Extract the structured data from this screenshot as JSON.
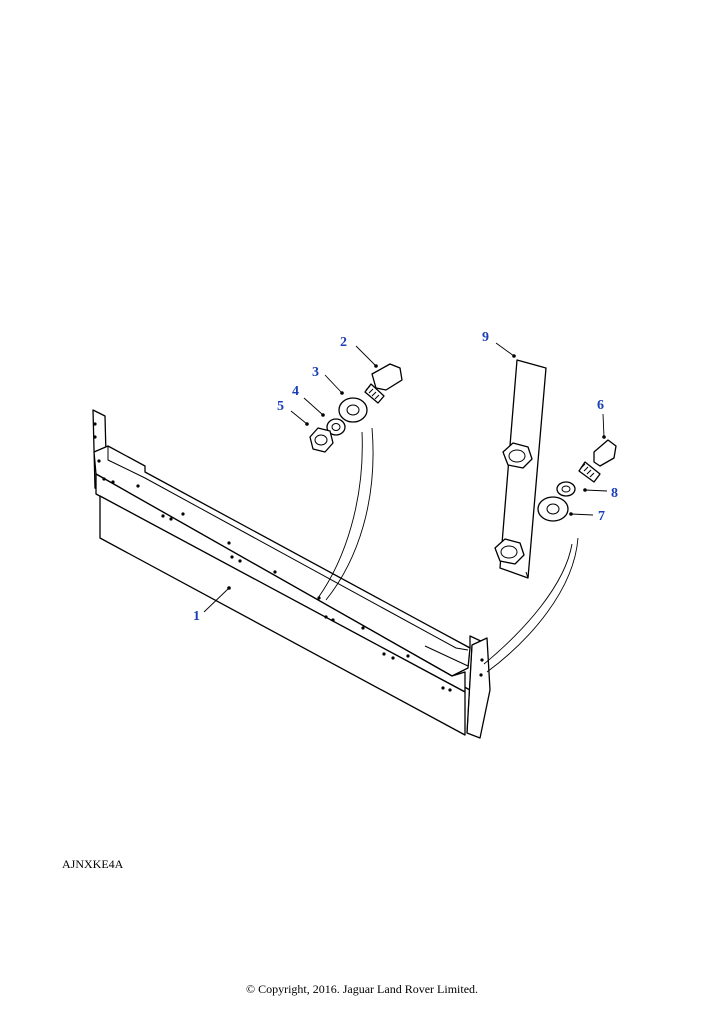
{
  "diagram_code": "AJNXKE4A",
  "copyright": "© Copyright, 2016. Jaguar Land Rover Limited.",
  "callouts": [
    "1",
    "2",
    "3",
    "4",
    "5",
    "6",
    "7",
    "8",
    "9"
  ],
  "colors": {
    "callout": "#1a3fb5",
    "line": "#000000",
    "background": "#ffffff"
  }
}
